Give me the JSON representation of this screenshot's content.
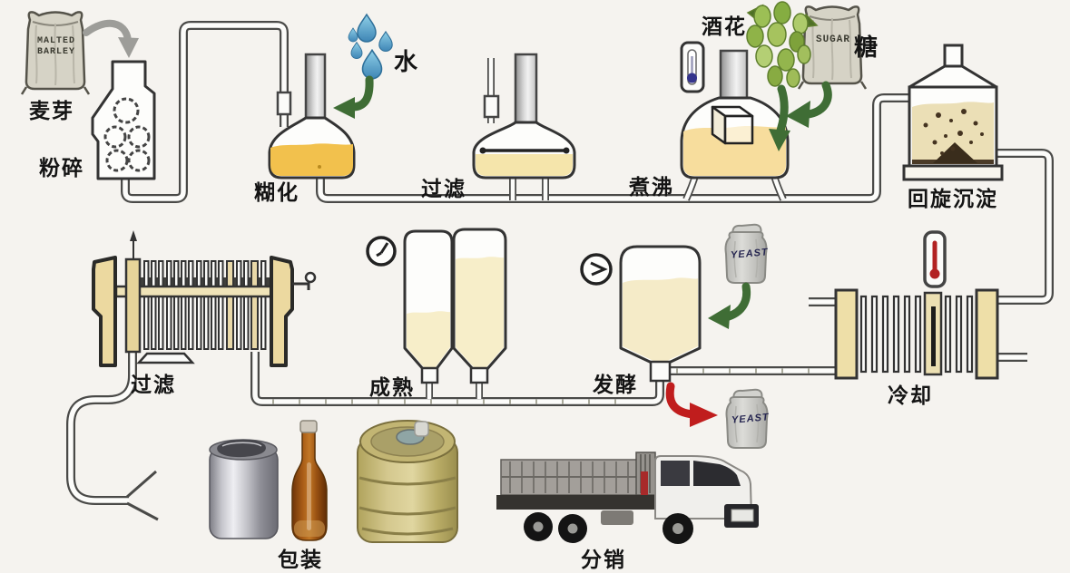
{
  "process": {
    "malt": "麦芽",
    "milling": "粉碎",
    "water": "水",
    "mashing": "糊化",
    "lautering": "过滤",
    "boiling": "煮沸",
    "hops": "酒花",
    "sugar": "糖",
    "whirlpool": "回旋沉淀",
    "filtration": "过滤",
    "maturation": "成熟",
    "fermentation": "发酵",
    "cooling": "冷却",
    "packaging": "包装",
    "distribution": "分销"
  },
  "sacks": {
    "malted_barley": "MALTED BARLEY",
    "sugar": "SUGAR",
    "yeast_in": "YEAST",
    "yeast_out": "YEAST"
  },
  "icons": {
    "water": "water-drops-icon",
    "boil_temp": "thermometer-icon",
    "cool_temp": "thermometer-icon",
    "maturation_time": "clock-icon",
    "fermentation_time": "clock-icon"
  },
  "colors": {
    "background": "#f5f3ef",
    "wort_gold": "#f2c14d",
    "wort_pale": "#f5e5ab",
    "beer_pale": "#f5ebc8",
    "plate_tan": "#ecd9a0",
    "arrow_green": "#3f6d35",
    "arrow_red": "#c01d1d",
    "water_blue": "#4a9cc8"
  }
}
